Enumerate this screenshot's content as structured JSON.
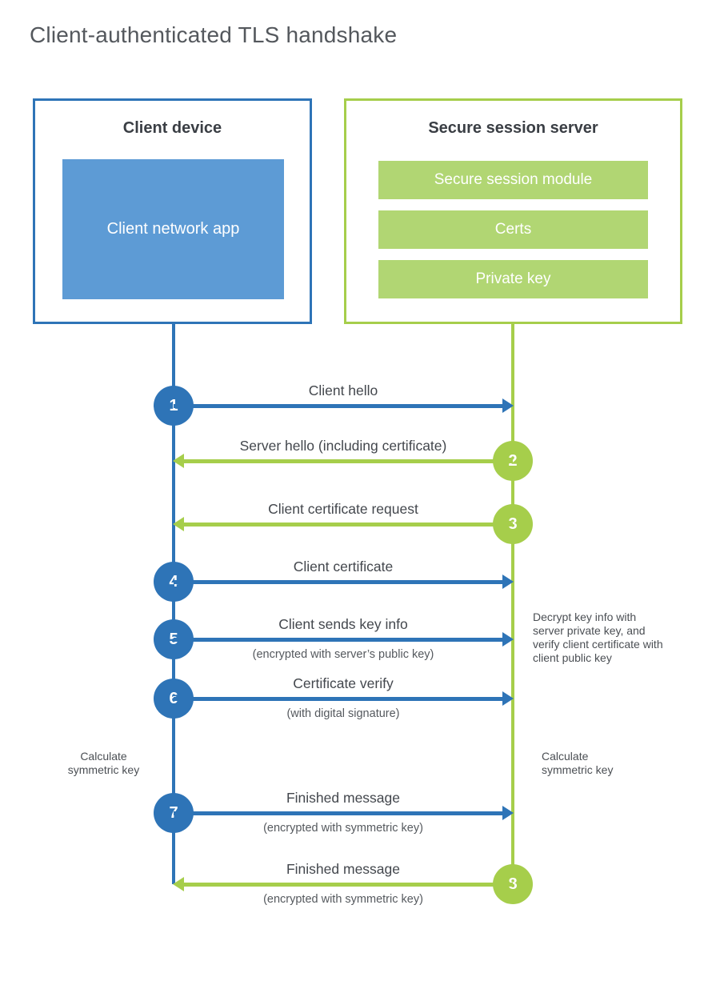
{
  "title": "Client-authenticated TLS handshake",
  "client_box": {
    "title": "Client device",
    "app_label": "Client network app"
  },
  "server_box": {
    "title": "Secure session server",
    "modules": [
      "Secure session module",
      "Certs",
      "Private key"
    ]
  },
  "steps": [
    {
      "num": "1",
      "label": "Client hello",
      "sublabel": ""
    },
    {
      "num": "2",
      "label": "Server hello (including certificate)",
      "sublabel": ""
    },
    {
      "num": "3",
      "label": "Client certificate request",
      "sublabel": ""
    },
    {
      "num": "4",
      "label": "Client certificate",
      "sublabel": ""
    },
    {
      "num": "5",
      "label": "Client sends key info",
      "sublabel": "(encrypted with server’s public key)"
    },
    {
      "num": "6",
      "label": "Certificate verify",
      "sublabel": "(with digital signature)"
    },
    {
      "num": "7",
      "label": "Finished message",
      "sublabel": "(encrypted with symmetric key)"
    },
    {
      "num": "8",
      "label": "Finished message",
      "sublabel": "(encrypted with symmetric key)"
    }
  ],
  "annotations": {
    "server_note": "Decrypt key info with server private key, and verify client certificate with client public key",
    "client_calc": "Calculate symmetric key",
    "server_calc": "Calculate symmetric key"
  },
  "colors": {
    "blue": "#2e74b7",
    "blue_light": "#5d9bd5",
    "green": "#a6ce4b",
    "green_light": "#b1d673"
  }
}
